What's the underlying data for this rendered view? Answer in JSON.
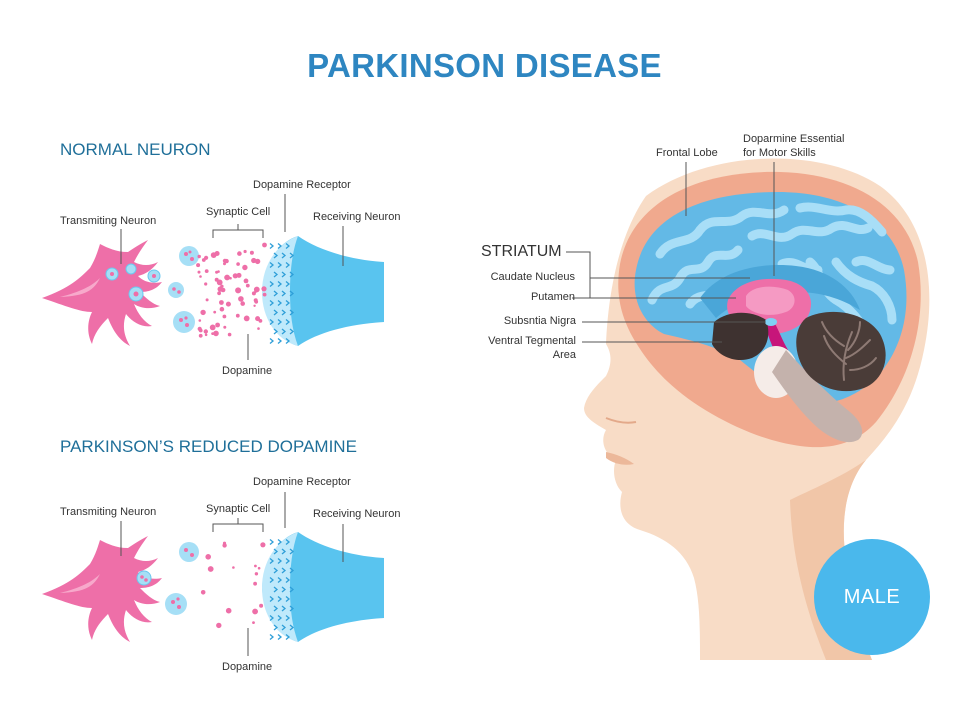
{
  "title": "PARKINSON DISEASE",
  "colors": {
    "title": "#2e86c1",
    "heading": "#1f6f99",
    "transmitting_neuron": "#ee6fa8",
    "receiving_neuron": "#59c4ef",
    "dopamine": "#ee6fa8",
    "vesicle": "#8fd3f2",
    "skin": "#f8dcc6",
    "skull": "#f0a98e",
    "brain": "#63b9e6",
    "male_badge": "#4ab8ec"
  },
  "normal": {
    "heading": "NORMAL NEURON",
    "transmitting": "Transmiting Neuron",
    "synaptic": "Synaptic Cell",
    "receptor": "Dopamine Receptor",
    "receiving": "Receiving Neuron",
    "dopamine": "Dopamine"
  },
  "reduced": {
    "heading": "PARKINSON’S REDUCED DOPAMINE",
    "transmitting": "Transmiting Neuron",
    "synaptic": "Synaptic Cell",
    "receptor": "Dopamine Receptor",
    "receiving": "Receiving Neuron",
    "dopamine": "Dopamine"
  },
  "brain": {
    "frontal_lobe": "Frontal Lobe",
    "dopamine_essential_1": "Doparmine Essential",
    "dopamine_essential_2": "for Motor Skills",
    "striatum": "STRIATUM",
    "caudate": "Caudate Nucleus",
    "putamen": "Putamen",
    "nigra": "Subsntia Nigra",
    "vta_1": "Ventral Tegmental",
    "vta_2": "Area"
  },
  "badge": "MALE"
}
